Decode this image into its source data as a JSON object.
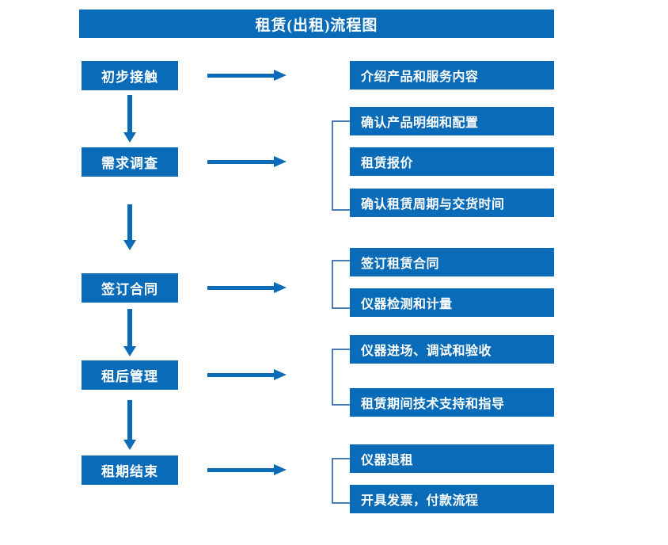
{
  "title": "租赁(出租)流程图",
  "colors": {
    "box_blue": "#0a6cb8",
    "bracket_blue": "#4a7fb5",
    "text_white": "#ffffff",
    "background": "#ffffff"
  },
  "stages": [
    {
      "label": "初步接触"
    },
    {
      "label": "需求调查"
    },
    {
      "label": "签订合同"
    },
    {
      "label": "租后管理"
    },
    {
      "label": "租期结束"
    }
  ],
  "detail_groups": [
    {
      "for_stage": "初步接触",
      "has_bracket": false,
      "items": [
        {
          "label": "介绍产品和服务内容"
        }
      ]
    },
    {
      "for_stage": "需求调查",
      "has_bracket": true,
      "items": [
        {
          "label": "确认产品明细和配置"
        },
        {
          "label": "租赁报价"
        },
        {
          "label": "确认租赁周期与交货时间"
        }
      ]
    },
    {
      "for_stage": "签订合同",
      "has_bracket": true,
      "items": [
        {
          "label": "签订租赁合同"
        },
        {
          "label": "仪器检测和计量"
        }
      ]
    },
    {
      "for_stage": "租后管理",
      "has_bracket": true,
      "items": [
        {
          "label": "仪器进场、调试和验收"
        },
        {
          "label": "租赁期间技术支持和指导"
        }
      ]
    },
    {
      "for_stage": "租期结束",
      "has_bracket": true,
      "items": [
        {
          "label": "仪器退租"
        },
        {
          "label": "开具发票，付款流程"
        }
      ]
    }
  ],
  "connectors": {
    "horizontal_arrow_count": 5,
    "vertical_arrow_count": 4,
    "direction": "down-and-right"
  }
}
